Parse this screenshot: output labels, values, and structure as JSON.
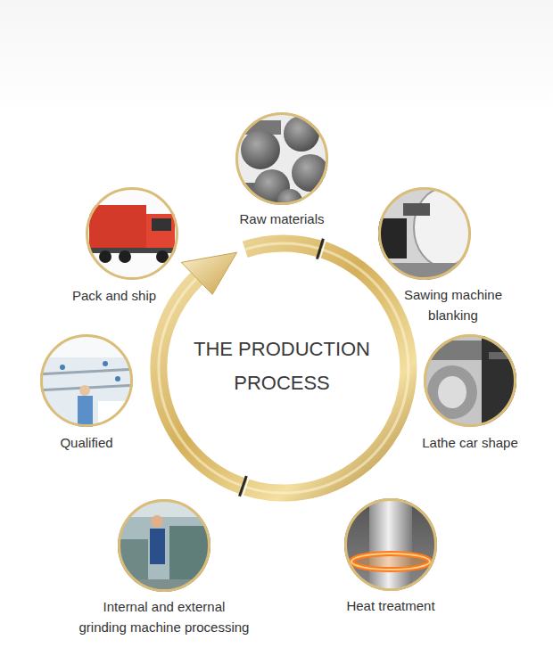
{
  "diagram": {
    "title": "THE PRODUCTION PROCESS",
    "nodes": [
      {
        "text": [
          "Raw materials"
        ]
      },
      {
        "text": [
          "Sawing machine blanking"
        ]
      },
      {
        "text": [
          "Lathe car shape"
        ]
      },
      {
        "text": [
          "Heat treatment"
        ]
      },
      {
        "text": [
          "Internal and external grinding machine processing"
        ]
      },
      {
        "text": [
          "Qualified"
        ]
      },
      {
        "text": [
          "Pack and ship"
        ]
      }
    ]
  }
}
